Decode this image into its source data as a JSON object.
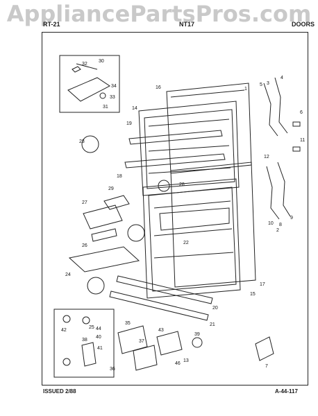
{
  "watermark": "AppliancePartsPros.com",
  "header": {
    "left": "RT-21",
    "model": "NT17",
    "section": "DOORS"
  },
  "footer": {
    "issued": "ISSUED 2/88",
    "page_code": "A-44-117"
  },
  "part_labels": [
    "1",
    "2",
    "3",
    "4",
    "5",
    "6",
    "7",
    "8",
    "9",
    "10",
    "11",
    "12",
    "13",
    "14",
    "15",
    "16",
    "17",
    "18",
    "19",
    "20",
    "21",
    "22",
    "23",
    "24",
    "25",
    "26",
    "27",
    "28",
    "29",
    "30",
    "31",
    "32",
    "33",
    "34",
    "35",
    "36",
    "37",
    "38",
    "39",
    "40",
    "41",
    "42",
    "43",
    "44",
    "46"
  ]
}
